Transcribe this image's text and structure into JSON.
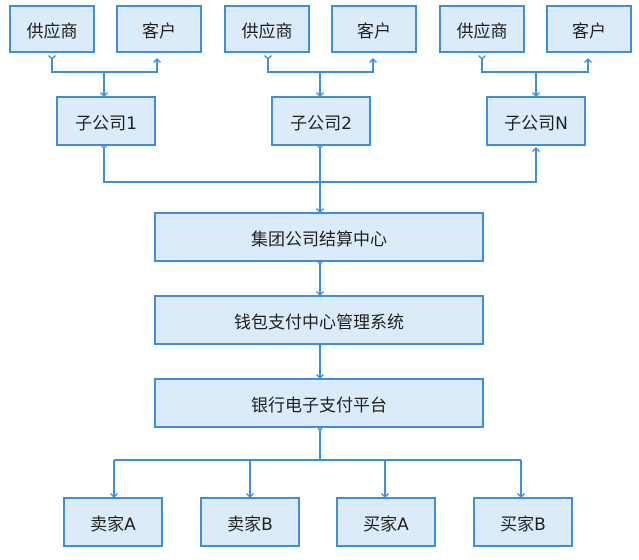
{
  "colors": {
    "box_fill": "#dcebfa",
    "box_border": "#3d8fdc",
    "line": "#3d8fdc",
    "text": "#1f1f1f"
  },
  "top_row": [
    {
      "supplier": "供应商",
      "customer": "客户",
      "subsidiary": "子公司1"
    },
    {
      "supplier": "供应商",
      "customer": "客户",
      "subsidiary": "子公司2"
    },
    {
      "supplier": "供应商",
      "customer": "客户",
      "subsidiary": "子公司N"
    }
  ],
  "center": {
    "settlement": "集团公司结算中心",
    "wallet": "钱包支付中心管理系统",
    "bank": "银行电子支付平台"
  },
  "bottom_row": [
    "卖家A",
    "卖家B",
    "买家A",
    "买家B"
  ]
}
